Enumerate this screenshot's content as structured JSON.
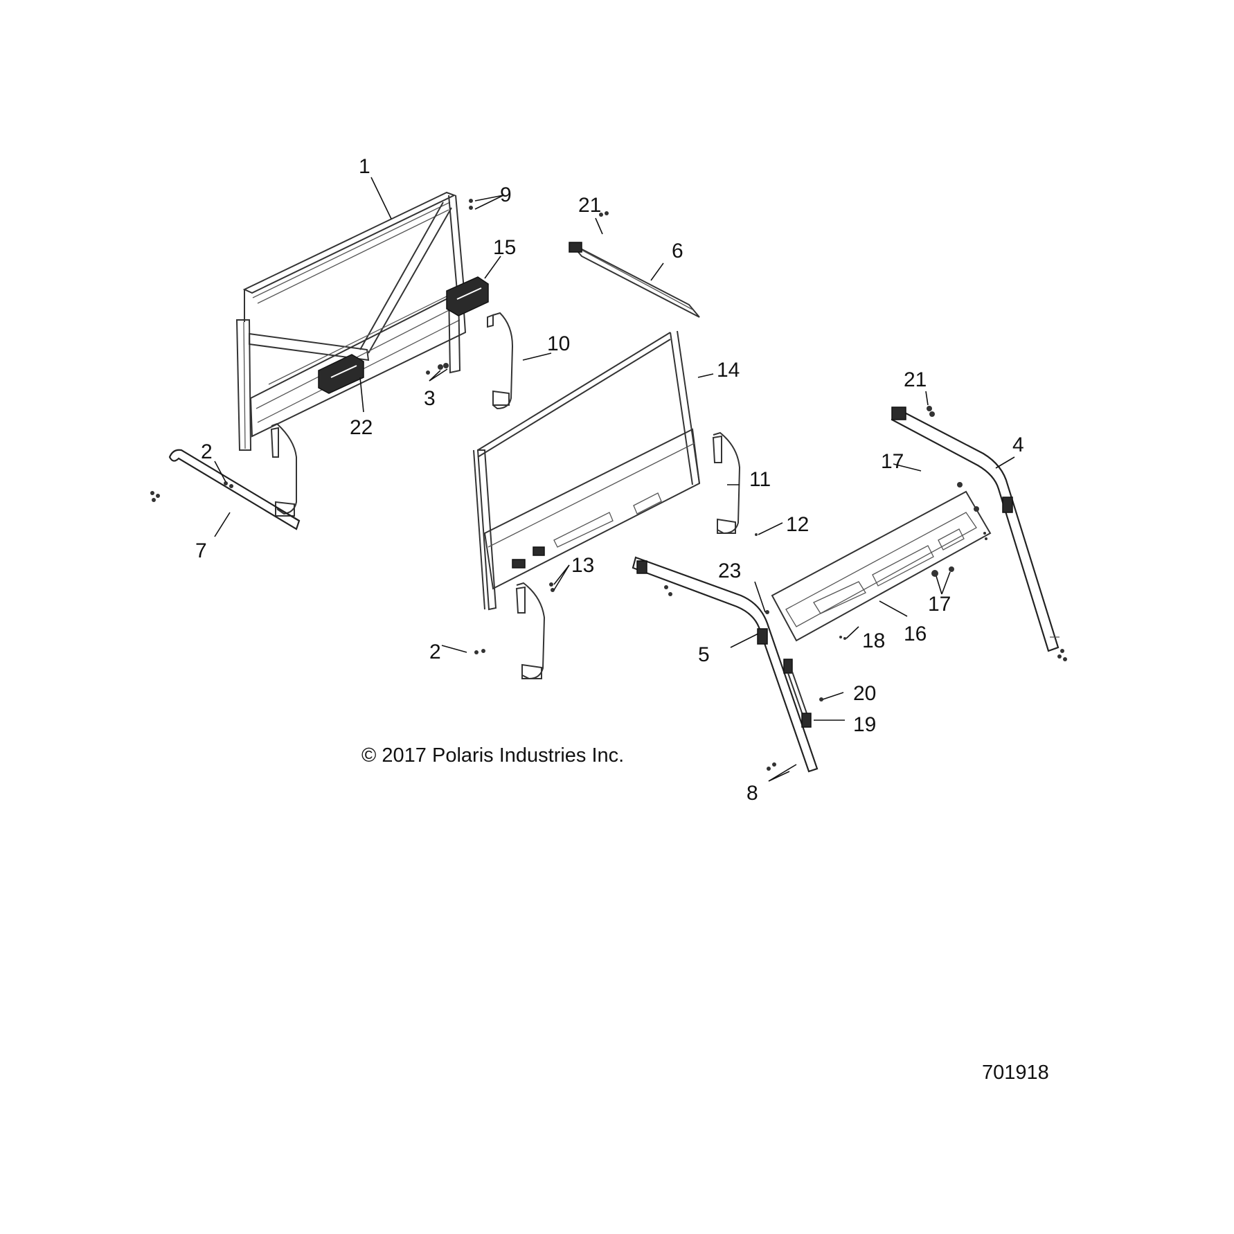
{
  "diagram": {
    "copyright": "© 2017 Polaris Industries Inc.",
    "figure_number": "701918",
    "callouts": {
      "c1": "1",
      "c9": "9",
      "c21a": "21",
      "c6": "6",
      "c15": "15",
      "c10": "10",
      "c14": "14",
      "c3": "3",
      "c22": "22",
      "c21b": "21",
      "c4": "4",
      "c2a": "2",
      "c11": "11",
      "c17a": "17",
      "c12": "12",
      "c7": "7",
      "c13": "13",
      "c23": "23",
      "c17b": "17",
      "c16": "16",
      "c18": "18",
      "c2b": "2",
      "c5": "5",
      "c20": "20",
      "c19": "19",
      "c8": "8"
    }
  }
}
